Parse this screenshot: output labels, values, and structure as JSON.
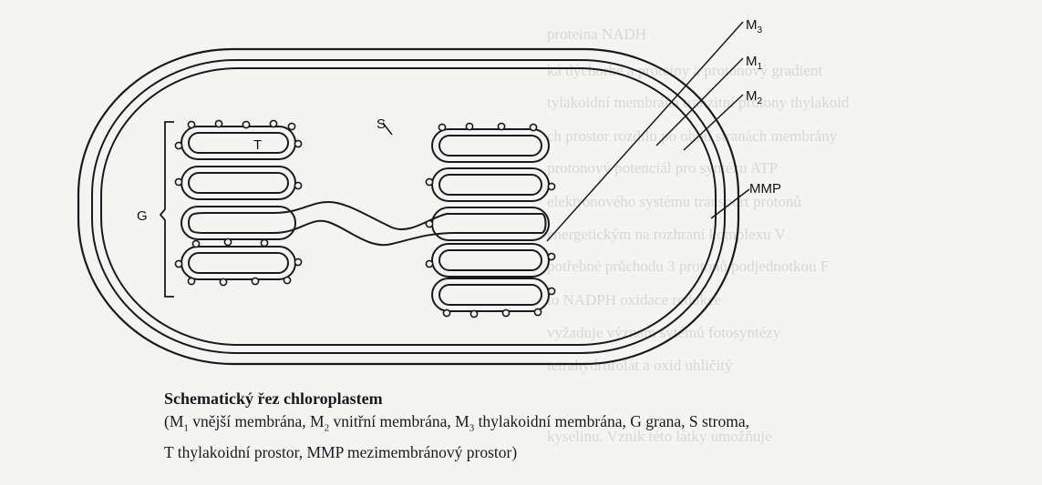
{
  "labels": {
    "m3": {
      "base": "M",
      "sub": "3"
    },
    "m1": {
      "base": "M",
      "sub": "1"
    },
    "m2": {
      "base": "M",
      "sub": "2"
    },
    "mmp": "MMP",
    "s": "S",
    "t": "T",
    "g": "G"
  },
  "caption": {
    "title": "Schematický řez chloroplastem",
    "line1": {
      "open": "(M",
      "s1": "1",
      "t1": " vnější membrána, M",
      "s2": "2",
      "t2": " vnitřní membrána, M",
      "s3": "3",
      "t3": " thylakoidní membrána, G grana, S stroma,"
    },
    "line2": "T thylakoidní prostor, MMP mezimembránový prostor)"
  },
  "background_text": [
    "proteina NADH",
    "ká dýchorbe a proteiny a protonový gradient",
    "tylakoidní membrána tranzitní protony thylakoid",
    "ch prostor rozdílu po obou stranách membrány",
    "protonový potenciál pro syntézu ATP",
    "elektronového systému transport protonů",
    "energetickým na rozhraní komplexu V",
    "potřebné průchodu 3 protonů podjednotkou F",
    "to NADPH oxidace redukce",
    "vyžaduje význam sytémů fotosyntézy",
    "tetrahydrofolát a oxid uhličitý",
    "kyselinu. Vznik této látky umožňuje"
  ]
}
